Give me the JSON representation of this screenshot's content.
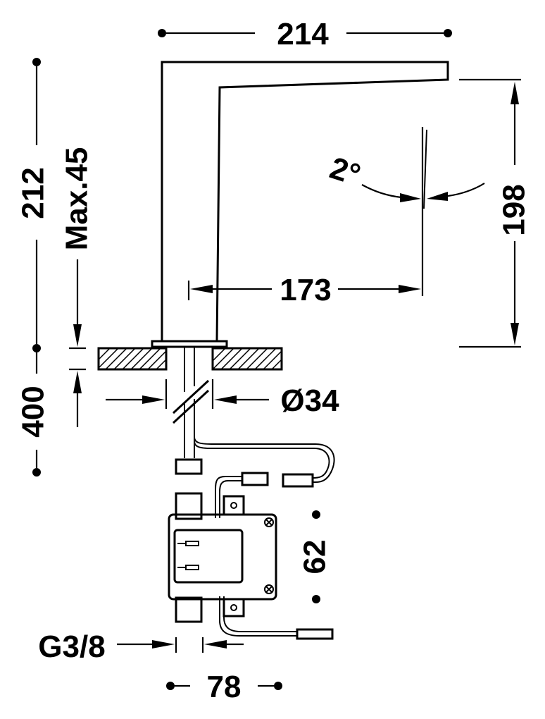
{
  "dimensions": {
    "width_total": "214",
    "height_total": "212",
    "max_deck": "Max.45",
    "spout_height": "198",
    "spout_reach": "173",
    "angle": "2°",
    "hole_diameter": "Ø34",
    "hose_length": "400",
    "box_height": "62",
    "thread": "G3/8",
    "box_width": "78"
  }
}
